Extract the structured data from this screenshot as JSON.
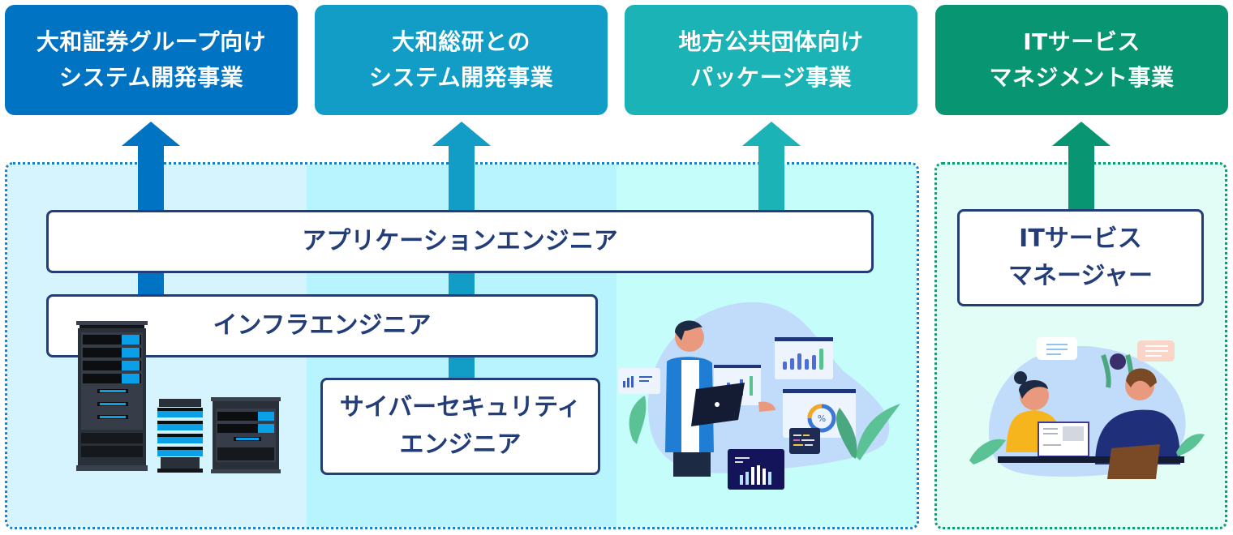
{
  "colors": {
    "biz_group": "#0074c2",
    "biz_soken": "#119dc5",
    "biz_local": "#1cb3b6",
    "biz_itsm": "#079671",
    "role_border": "#223d78",
    "role_text": "#223d78",
    "band_1": "#d6f4fd",
    "band_2": "#b8f4fd",
    "band_3": "#c5fdfb",
    "itsm_zone_bg": "#e1fdf6"
  },
  "businesses": [
    {
      "id": "group",
      "lines": [
        "大和証券グループ向け",
        "システム開発事業"
      ]
    },
    {
      "id": "soken",
      "lines": [
        "大和総研との",
        "システム開発事業"
      ]
    },
    {
      "id": "local",
      "lines": [
        "地方公共団体向け",
        "パッケージ事業"
      ]
    },
    {
      "id": "itsm",
      "lines": [
        "ITサービス",
        "マネジメント事業"
      ]
    }
  ],
  "roles": {
    "application": {
      "lines": [
        "アプリケーションエンジニア"
      ]
    },
    "infra": {
      "lines": [
        "インフラエンジニア"
      ]
    },
    "security": {
      "lines": [
        "サイバーセキュリティ",
        "エンジニア"
      ]
    },
    "it_service_manager": {
      "lines": [
        "ITサービス",
        "マネージャー"
      ]
    }
  },
  "illustrations": {
    "servers": "server-racks-illustration",
    "analyst": "engineer-with-dashboards-illustration",
    "meeting": "service-manager-meeting-illustration"
  }
}
